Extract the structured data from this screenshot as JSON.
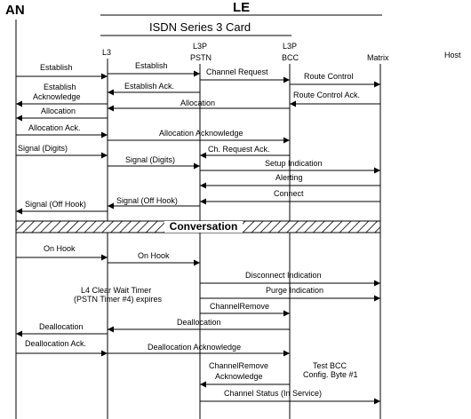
{
  "header": {
    "an": "AN",
    "le": "LE",
    "card_title": "ISDN Series 3 Card"
  },
  "lanes": {
    "l3": "L3",
    "l3p_pstn_1": "L3P",
    "l3p_pstn_2": "PSTN",
    "l3p_bcc_1": "L3P",
    "l3p_bcc_2": "BCC",
    "matrix": "Matrix",
    "host": "Host"
  },
  "messages": [
    "Establish",
    "Establish",
    "Channel Request",
    "Route Control",
    "Establish",
    "Acknowledge",
    "Establish Ack.",
    "Route Control Ack.",
    "Allocation",
    "Allocation",
    "Allocation Ack.",
    "Allocation  Acknowledge",
    "Signal (Digits)",
    "Ch. Request Ack.",
    "Signal (Digits)",
    "Setup Indication",
    "Alerting",
    "Connect",
    "Signal (Off Hook)",
    "Signal (Off Hook)",
    "On Hook",
    "On Hook",
    "Disconnect Indication",
    "Purge Indication",
    "ChannelRemove",
    "Deallocation",
    "Deallocation",
    "Deallocation Ack.",
    "Deallocation  Acknowledge",
    "ChannelRemove",
    "Acknowledge",
    "Channel Status (In Service)"
  ],
  "bar_label": "Conversation",
  "notes": {
    "timer_1": "L4 Clear Wait Timer",
    "timer_2": "(PSTN Timer #4) expires",
    "test_1": "Test BCC",
    "test_2": "Config. Byte #1"
  }
}
